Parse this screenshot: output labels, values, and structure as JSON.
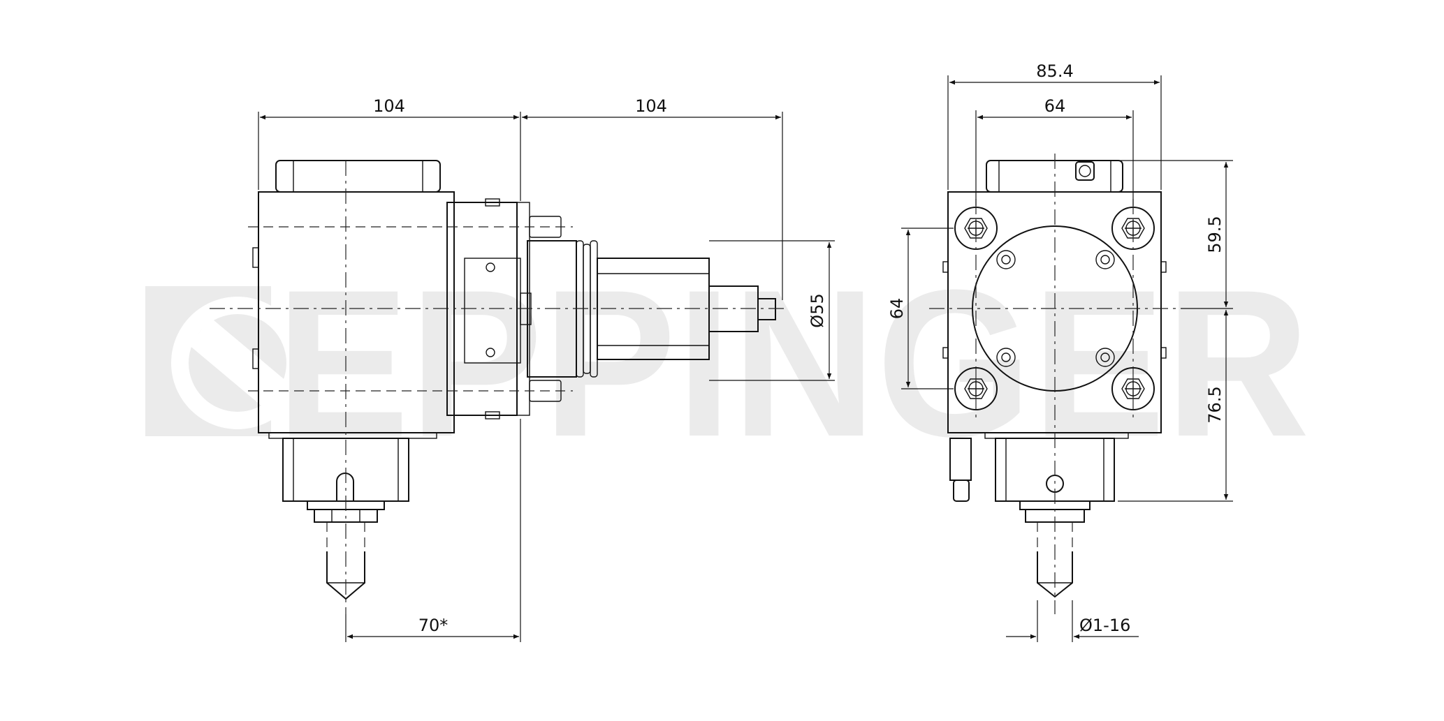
{
  "watermark": {
    "text": "EPPINGER"
  },
  "side_view": {
    "dim_width_body": "104",
    "dim_width_shaft": "104",
    "dim_diameter": "Ø55",
    "dim_offset": "70*"
  },
  "front_view": {
    "dim_overall_width": "85.4",
    "dim_bolt_spacing": "64",
    "dim_bolt_spacing_vertical": "64",
    "dim_top_height": "59.5",
    "dim_bottom_height": "76.5",
    "dim_collet": "Ø1-16"
  }
}
